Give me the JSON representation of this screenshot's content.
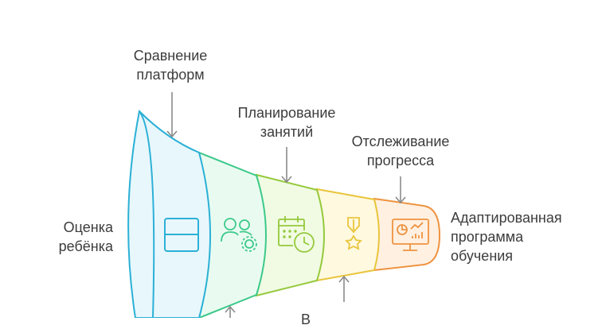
{
  "labels": {
    "child_assessment": [
      "Оценка",
      "ребёнка"
    ],
    "platform_comparison": [
      "Сравнение",
      "платформ"
    ],
    "lesson_planning": [
      "Планирование",
      "занятий"
    ],
    "progress_tracking": [
      "Отслеживание",
      "прогресса"
    ],
    "adapted_program": [
      "Адаптированная",
      "программа",
      "обучения"
    ],
    "bottom_partial": "В"
  },
  "stages": [
    {
      "name": "stage-1",
      "fill": "#e8f7fc",
      "stroke": "#2bb0d6",
      "icon": "window-panel-icon"
    },
    {
      "name": "stage-2",
      "fill": "#e9fbf1",
      "stroke": "#3cc98a",
      "icon": "users-gear-icon"
    },
    {
      "name": "stage-3",
      "fill": "#f1fbe3",
      "stroke": "#95c93d",
      "icon": "calendar-clock-icon"
    },
    {
      "name": "stage-4",
      "fill": "#fff9e0",
      "stroke": "#e9c53b",
      "icon": "award-medal-icon"
    },
    {
      "name": "stage-5",
      "fill": "#fff0e1",
      "stroke": "#ee9340",
      "icon": "analytics-monitor-icon"
    }
  ]
}
